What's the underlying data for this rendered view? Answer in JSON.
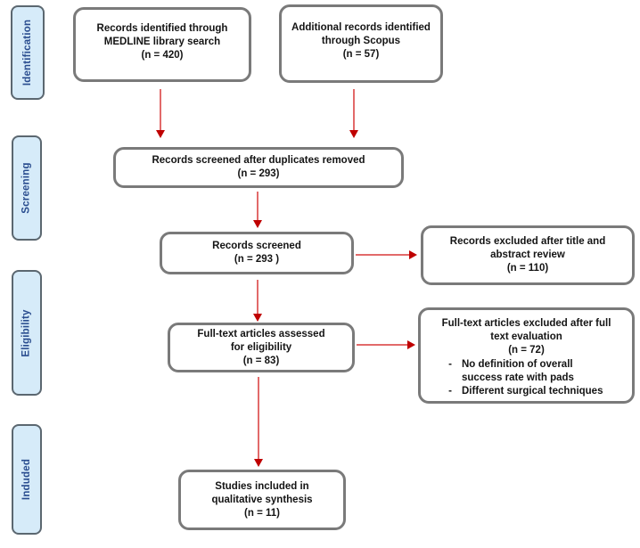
{
  "diagram_type": "prisma-flow-diagram",
  "colors": {
    "flow_box_border": "#7a7a7a",
    "phase_box_fill": "#d6ebf9",
    "phase_box_border": "#5b6770",
    "phase_text": "#2a4d8f",
    "arrow_line": "#e26a6a",
    "arrow_head": "#bf0000",
    "box_text": "#141414"
  },
  "phases": [
    {
      "label": "Identification"
    },
    {
      "label": "Screening"
    },
    {
      "label": "Eligibility"
    },
    {
      "label": "Induded"
    }
  ],
  "boxes": {
    "medline": {
      "lines": [
        "Records identified through",
        "MEDLINE library search",
        "(n = 420)"
      ]
    },
    "scopus": {
      "lines": [
        "Additional records identified",
        "through Scopus",
        "(n = 57)"
      ]
    },
    "duplicates_removed": {
      "lines": [
        "Records screened after duplicates removed",
        "(n = 293)"
      ]
    },
    "records_screened": {
      "lines": [
        "Records screened",
        "(n = 293 )"
      ]
    },
    "excluded_title_abstract": {
      "lines": [
        "Records excluded after title and",
        "abstract review",
        "(n = 110)"
      ]
    },
    "fulltext_assessed": {
      "lines": [
        "Full-text articles assessed",
        "for eligibility",
        "(n = 83)"
      ]
    },
    "fulltext_excluded": {
      "lines": [
        "Full-text articles excluded after full",
        "text evaluation",
        "(n = 72)"
      ],
      "bullets": [
        {
          "dash": "-",
          "lines": [
            "No definition of overall",
            "success rate with pads"
          ]
        },
        {
          "dash": "-",
          "lines": [
            "Different surgical techniques"
          ]
        }
      ]
    },
    "studies_included": {
      "lines": [
        "Studies included in",
        "qualitative synthesis",
        "(n = 11)"
      ]
    }
  }
}
